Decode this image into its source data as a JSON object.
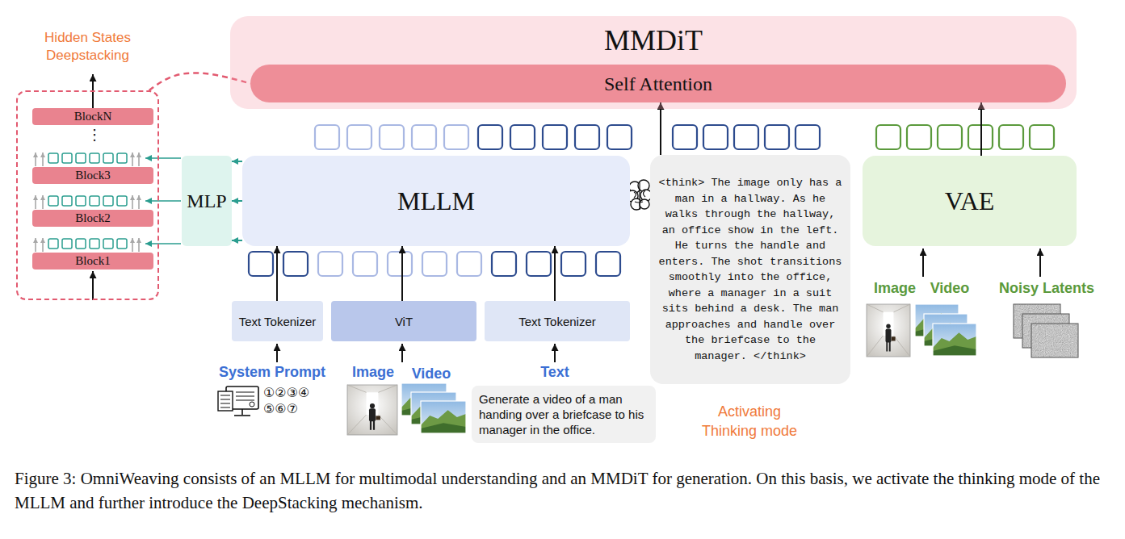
{
  "diagram": {
    "caption": "Figure 3: OmniWeaving consists of an MLLM for multimodal understanding and an MMDiT for generation. On this basis, we activate the thinking mode of the MLLM and further introduce the DeepStacking mechanism.",
    "nodes": [
      {
        "text": [
          "MMDiT"
        ]
      },
      {
        "text": [
          "Self Attention"
        ],
        "in": 0
      },
      {
        "text": [
          "Hidden States Deepstacking"
        ]
      },
      {
        "text": [
          "BlockN"
        ],
        "in": 2
      },
      {
        "text": [
          "Block3"
        ],
        "in": 2
      },
      {
        "text": [
          "Block2"
        ],
        "in": 2
      },
      {
        "text": [
          "Block1"
        ],
        "in": 2
      },
      {
        "text": [
          "MLP"
        ]
      },
      {
        "text": [
          "MLLM"
        ]
      },
      {
        "text": [
          "<think> The image only has a man in a hallway. As he walks through the hallway, an office show in the left. He turns the handle and enters. The shot transitions smoothly into the office, where a manager in a suit sits behind a desk. The man approaches and handle over the briefcase to the manager. </think>"
        ]
      },
      {
        "text": [
          "VAE"
        ]
      },
      {
        "text": [
          "Text Tokenizer"
        ]
      },
      {
        "text": [
          "ViT"
        ]
      },
      {
        "text": [
          "Text Tokenizer"
        ]
      },
      {
        "text": [
          "Generate a video of a man handing over a briefcase to his manager in the office."
        ]
      }
    ],
    "edges": [
      {
        "from": 11,
        "to": 8,
        "arrow": "to"
      },
      {
        "from": 12,
        "to": 8,
        "arrow": "to"
      },
      {
        "from": 13,
        "to": 8,
        "arrow": "to"
      },
      {
        "from": 8,
        "to": 7,
        "arrow": "to"
      },
      {
        "from": 8,
        "to": 7,
        "arrow": "to"
      },
      {
        "from": 8,
        "to": 7,
        "arrow": "to"
      },
      {
        "from": 9,
        "to": 1,
        "arrow": "to"
      },
      {
        "from": 10,
        "to": 1,
        "arrow": "to"
      },
      {
        "from": 2,
        "to": 1,
        "arrow": "none"
      }
    ],
    "labels": [
      "⋮",
      "System Prompt",
      "①②③④",
      "⑤⑥⑦",
      "Image",
      "Video",
      "Text",
      "Activating Thinking mode",
      "Image",
      "Video",
      "Noisy Latents"
    ]
  }
}
